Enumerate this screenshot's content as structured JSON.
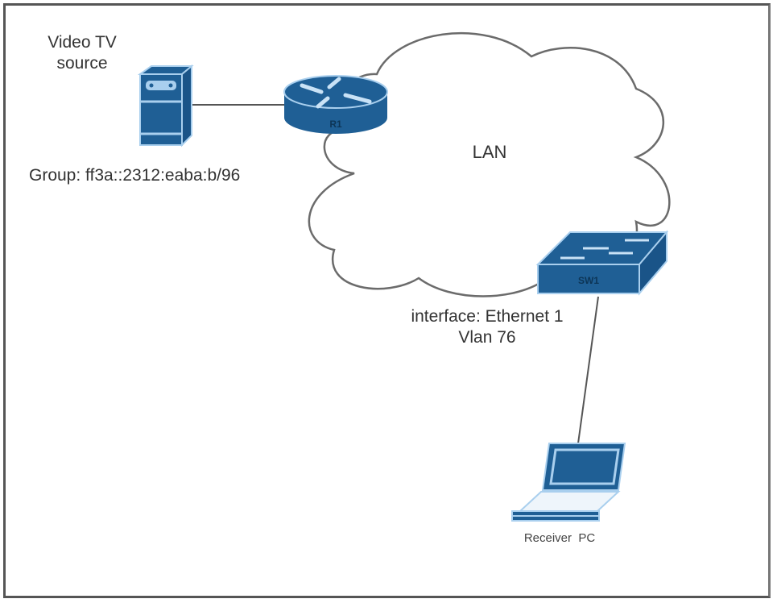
{
  "diagram": {
    "cloud": {
      "label": "LAN"
    },
    "source": {
      "title_line1": "Video TV",
      "title_line2": "source",
      "group_label": "Group: ff3a::2312:eaba:b/96",
      "icon": "server-icon"
    },
    "router": {
      "label": "R1",
      "icon": "router-icon"
    },
    "switch": {
      "label": "SW1",
      "icon": "switch-icon",
      "interface_line1": "interface: Ethernet 1",
      "interface_line2": "Vlan 76"
    },
    "receiver": {
      "label": "Receiver  PC",
      "icon": "laptop-icon"
    },
    "links": [
      {
        "from": "source",
        "to": "R1"
      },
      {
        "from": "R1",
        "to": "LAN"
      },
      {
        "from": "SW1",
        "to": "receiver"
      }
    ],
    "colors": {
      "device_blue": "#1f5f95",
      "device_highlight": "#a9cfee",
      "line": "#555555",
      "text": "#333333"
    }
  }
}
